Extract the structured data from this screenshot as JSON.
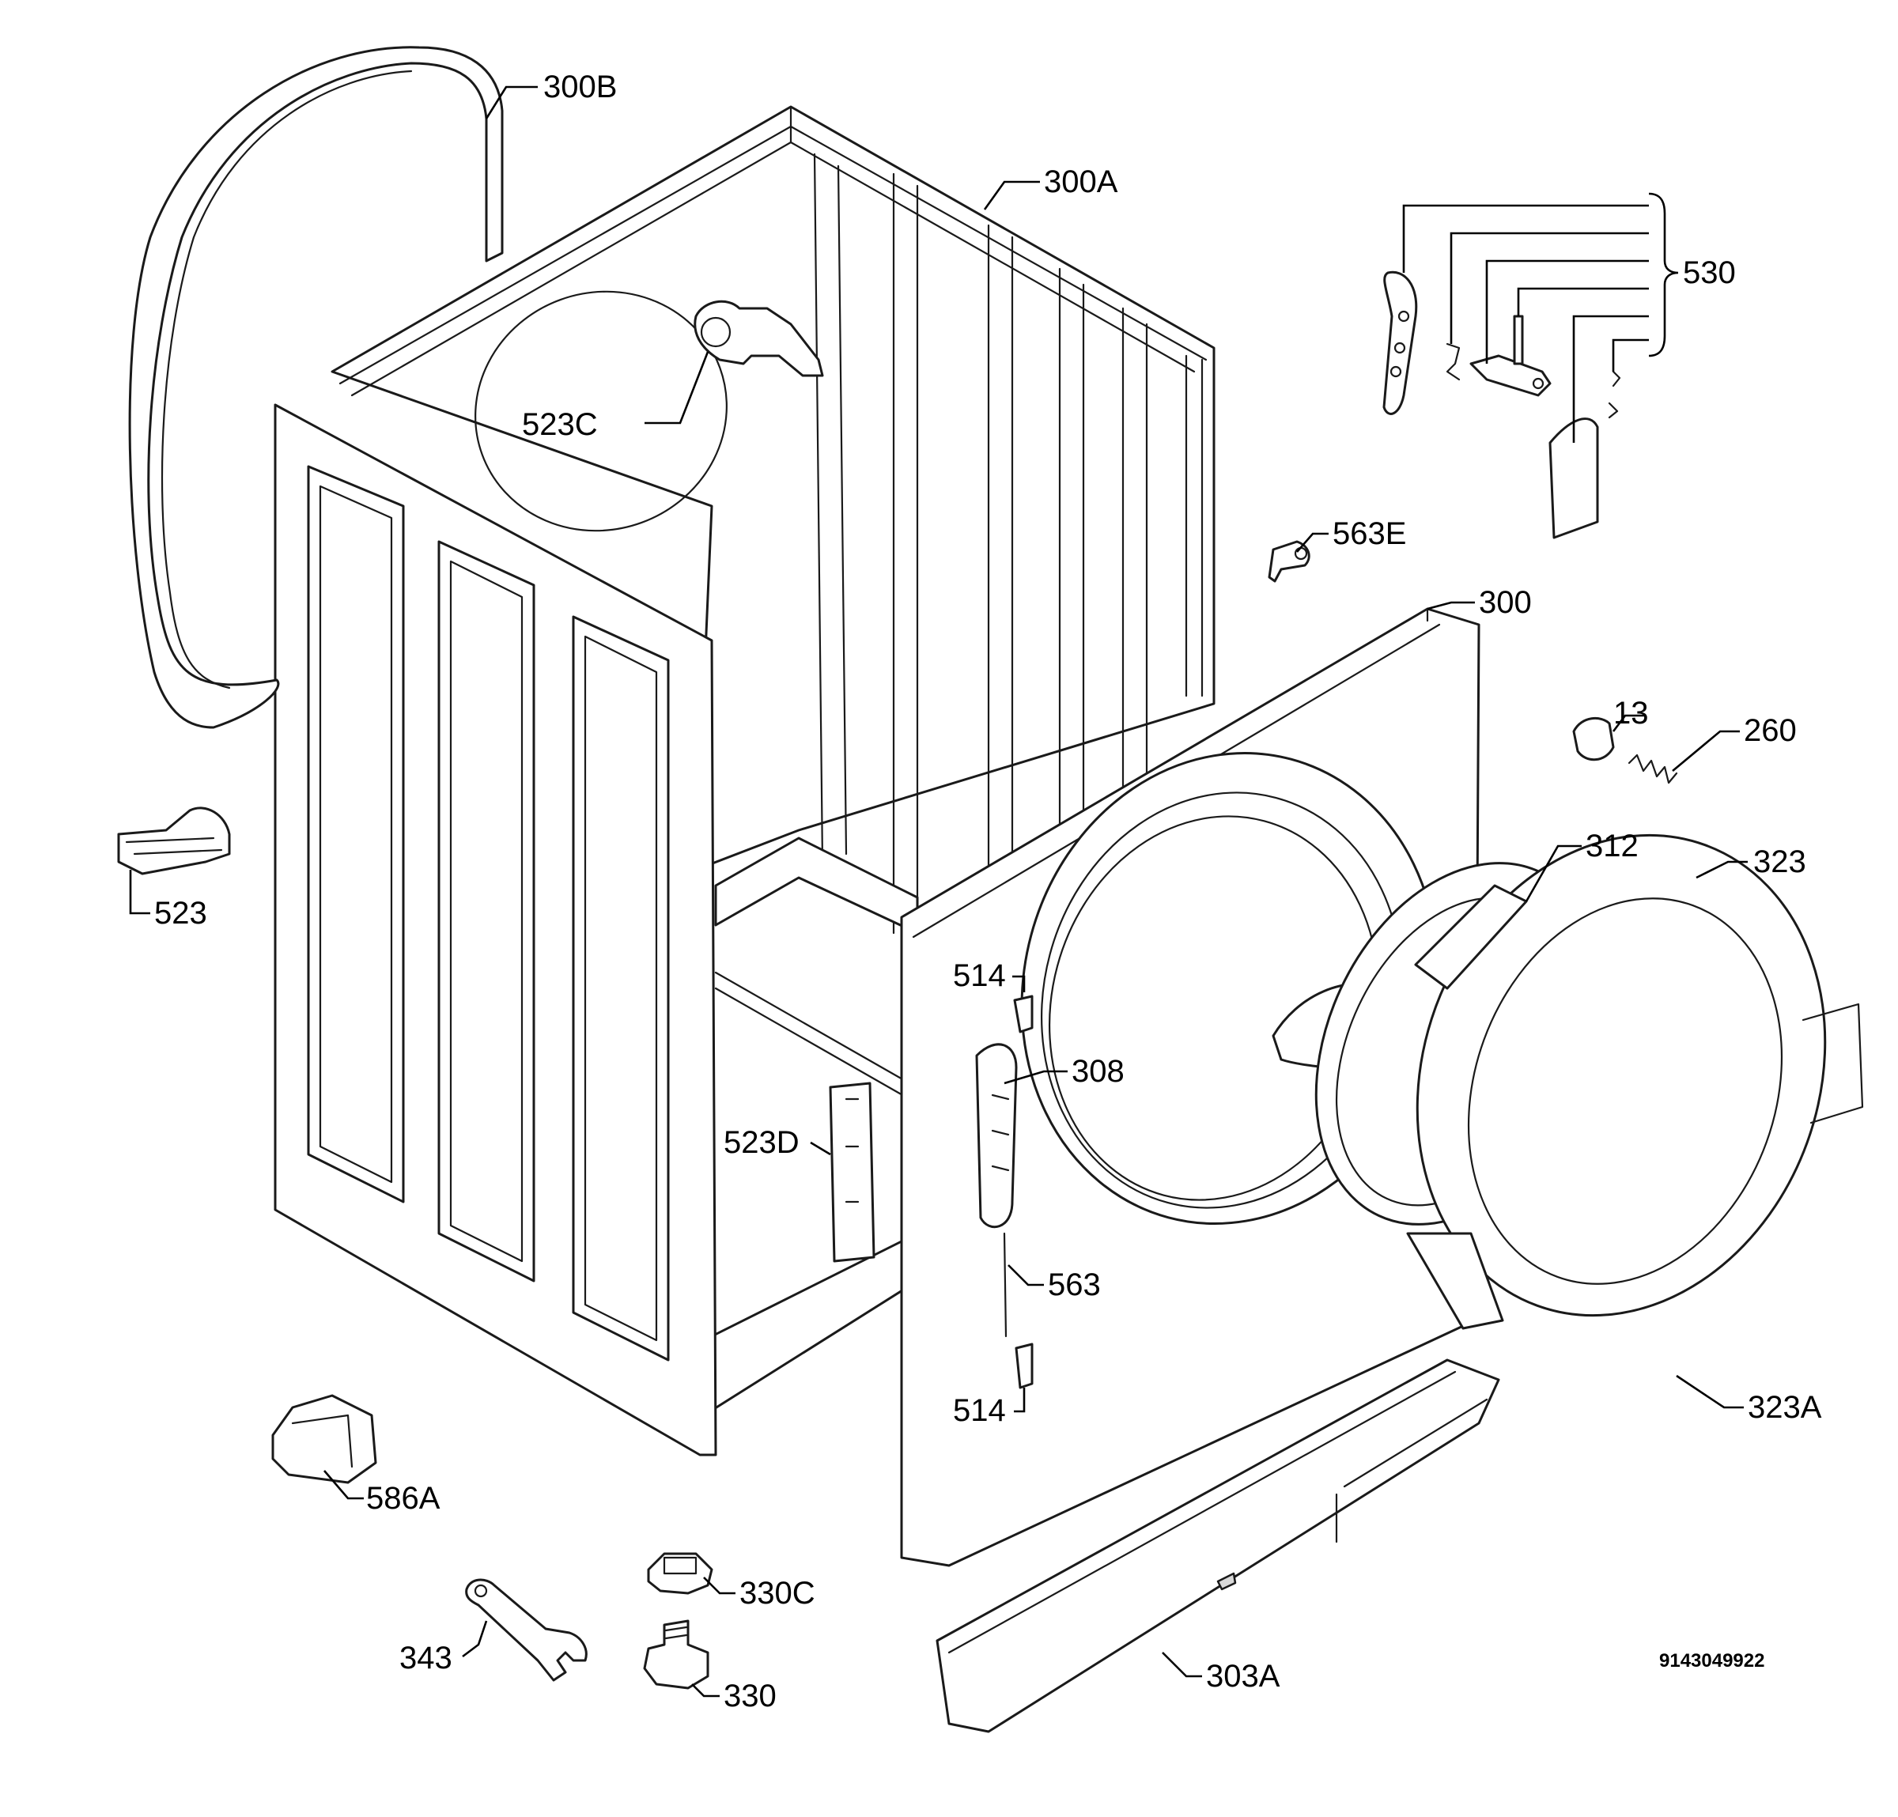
{
  "diagram": {
    "code": "9143049922",
    "labels": {
      "l300B": "300B",
      "l300A": "300A",
      "l523C": "523C",
      "l530": "530",
      "l563E": "563E",
      "l300": "300",
      "l13": "13",
      "l260": "260",
      "l312": "312",
      "l323": "323",
      "l523": "523",
      "l514a": "514",
      "l308": "308",
      "l523D": "523D",
      "l563": "563",
      "l514b": "514",
      "l323A": "323A",
      "l586A": "586A",
      "l330C": "330C",
      "l343": "343",
      "l330": "330",
      "l303A": "303A"
    }
  }
}
